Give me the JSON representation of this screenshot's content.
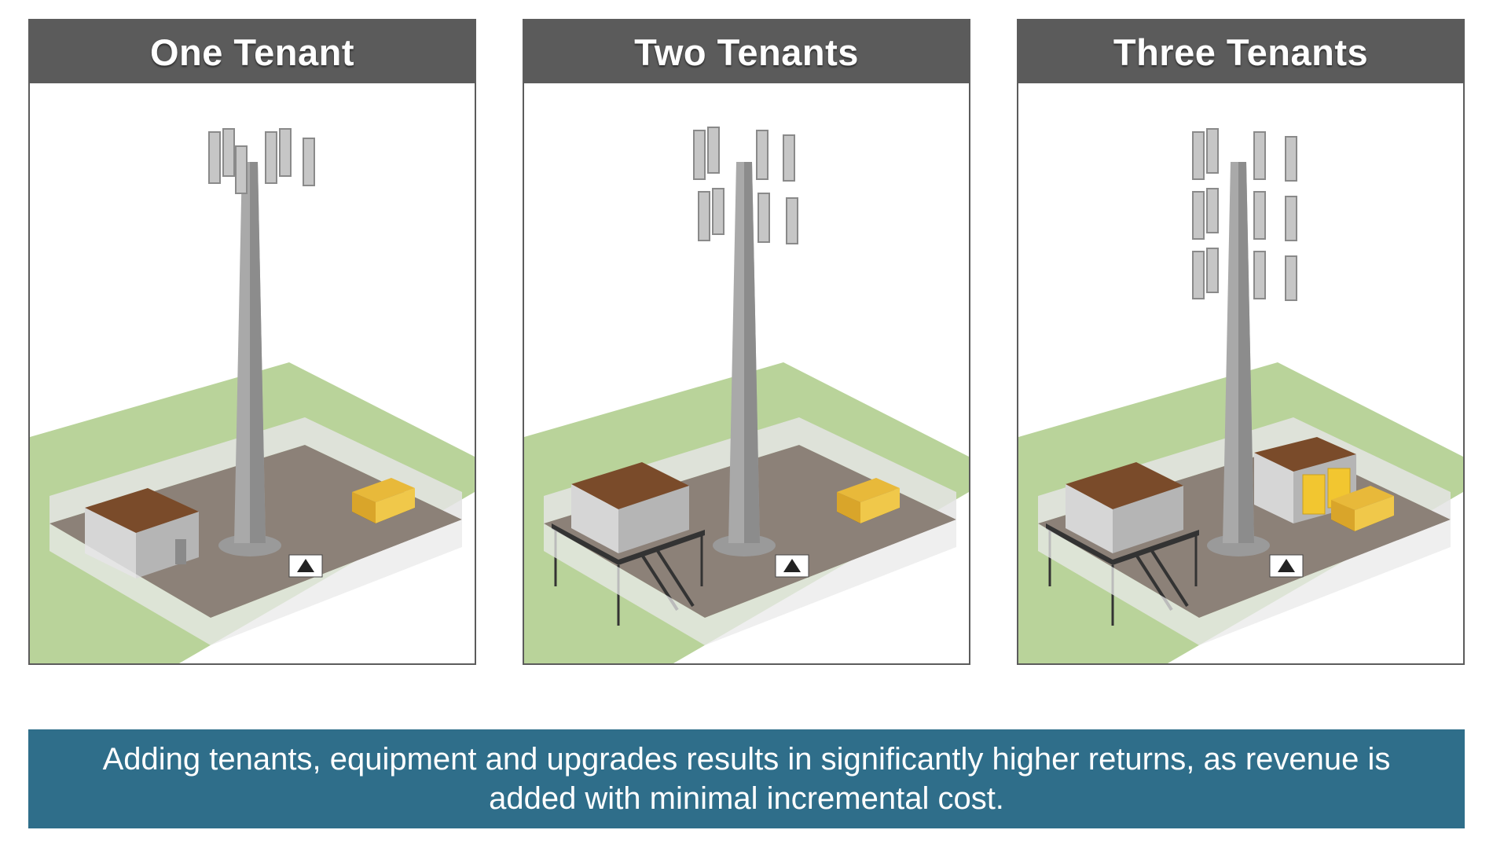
{
  "panels": [
    {
      "title": "One Tenant"
    },
    {
      "title": "Two Tenants"
    },
    {
      "title": "Three Tenants"
    }
  ],
  "caption": "Adding tenants, equipment and upgrades results in significantly higher returns, as revenue is added with minimal incremental cost."
}
